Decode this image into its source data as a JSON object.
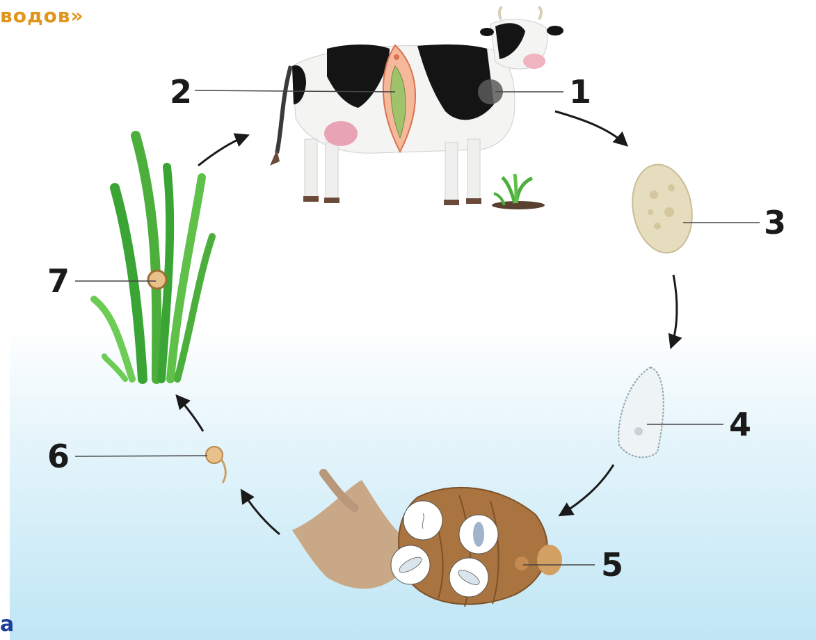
{
  "header": {
    "title_fragment": "водов»"
  },
  "corner_letter": "а",
  "stage_labels": [
    "1",
    "2",
    "3",
    "4",
    "5",
    "6",
    "7"
  ],
  "colors": {
    "title": "#e0961c",
    "corner_letter": "#1d3e9c",
    "background_bottom": "#bfe6f5",
    "grass": "#4caf3c",
    "arrow": "#1a1a1a"
  }
}
